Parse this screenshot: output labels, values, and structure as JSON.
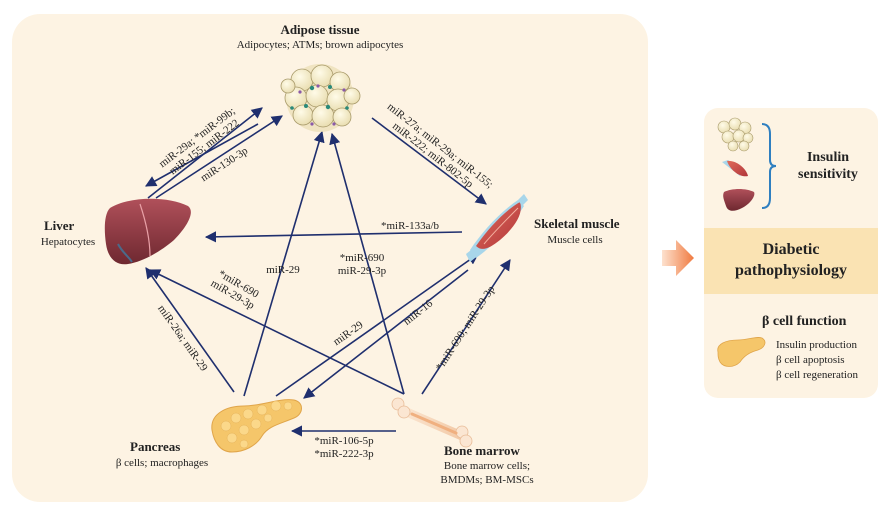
{
  "organs": {
    "adipose": {
      "title": "Adipose tissue",
      "subtitle": "Adipocytes; ATMs; brown adipocytes"
    },
    "liver": {
      "title": "Liver",
      "subtitle": "Hepatocytes"
    },
    "muscle": {
      "title": "Skeletal muscle",
      "subtitle": "Muscle cells"
    },
    "pancreas": {
      "title": "Pancreas",
      "subtitle": "β cells; macrophages"
    },
    "bone": {
      "title": "Bone marrow",
      "subtitle_line1": "Bone marrow cells;",
      "subtitle_line2": "BMDMs; BM-MSCs"
    }
  },
  "arrow_labels": {
    "liver_to_adipose_1": "miR-29a; *miR-99b;",
    "liver_to_adipose_2": "miR-155; miR-222",
    "liver_to_adipose_3": "miR-130-3p",
    "adipose_to_muscle_1": "miR-27a; miR-29a; miR-155;",
    "adipose_to_muscle_2": "miR-222; miR-802-5p",
    "muscle_to_liver": "*miR-133a/b",
    "pancreas_to_adipose": "miR-29",
    "bone_to_adipose_1": "*miR-690",
    "bone_to_adipose_2": "miR-29-3p",
    "bone_to_liver_1": "*miR-690",
    "bone_to_liver_2": "miR-29-3p",
    "pancreas_to_liver": "miR-26a; miR-29",
    "pancreas_to_muscle": "miR-29",
    "muscle_to_pancreas": "miR-16",
    "bone_to_muscle": "*miR-690; miR-29-3p",
    "bone_to_pancreas_1": "*miR-106-5p",
    "bone_to_pancreas_2": "*miR-222-3p"
  },
  "side": {
    "insulin_1": "Insulin",
    "insulin_2": "sensitivity",
    "diabetic_1": "Diabetic",
    "diabetic_2": "pathophysiology",
    "beta_title": "β cell function",
    "beta_items": [
      "Insulin production",
      "β cell apoptosis",
      "β cell regeneration"
    ]
  },
  "colors": {
    "panel": "#fdf3e3",
    "arrow": "#1f2f6e",
    "band": "#fae3b3",
    "bracket": "#2f7fc0",
    "pointer": "#f08a50"
  }
}
